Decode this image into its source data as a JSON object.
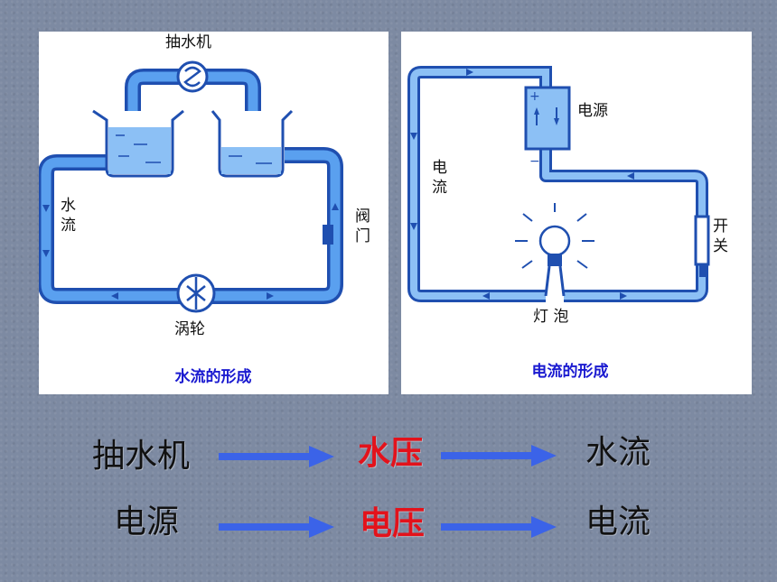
{
  "water_panel": {
    "pump_label": "抽水机",
    "water_flow_label": "水流",
    "valve_label": "阀门",
    "turbine_label": "涡轮",
    "caption": "水流的形成"
  },
  "electric_panel": {
    "source_label": "电源",
    "current_label": "电流",
    "switch_label": "开关",
    "bulb_label": "灯 泡",
    "caption": "电流的形成"
  },
  "analogy": {
    "row1": [
      "抽水机",
      "水压",
      "水流"
    ],
    "row2": [
      "电源",
      "电压",
      "电流"
    ]
  },
  "colors": {
    "pipe": "#4a8fe6",
    "arrow": "#3b63e8",
    "highlight": "#e3121b",
    "caption": "#1a1ad0"
  }
}
